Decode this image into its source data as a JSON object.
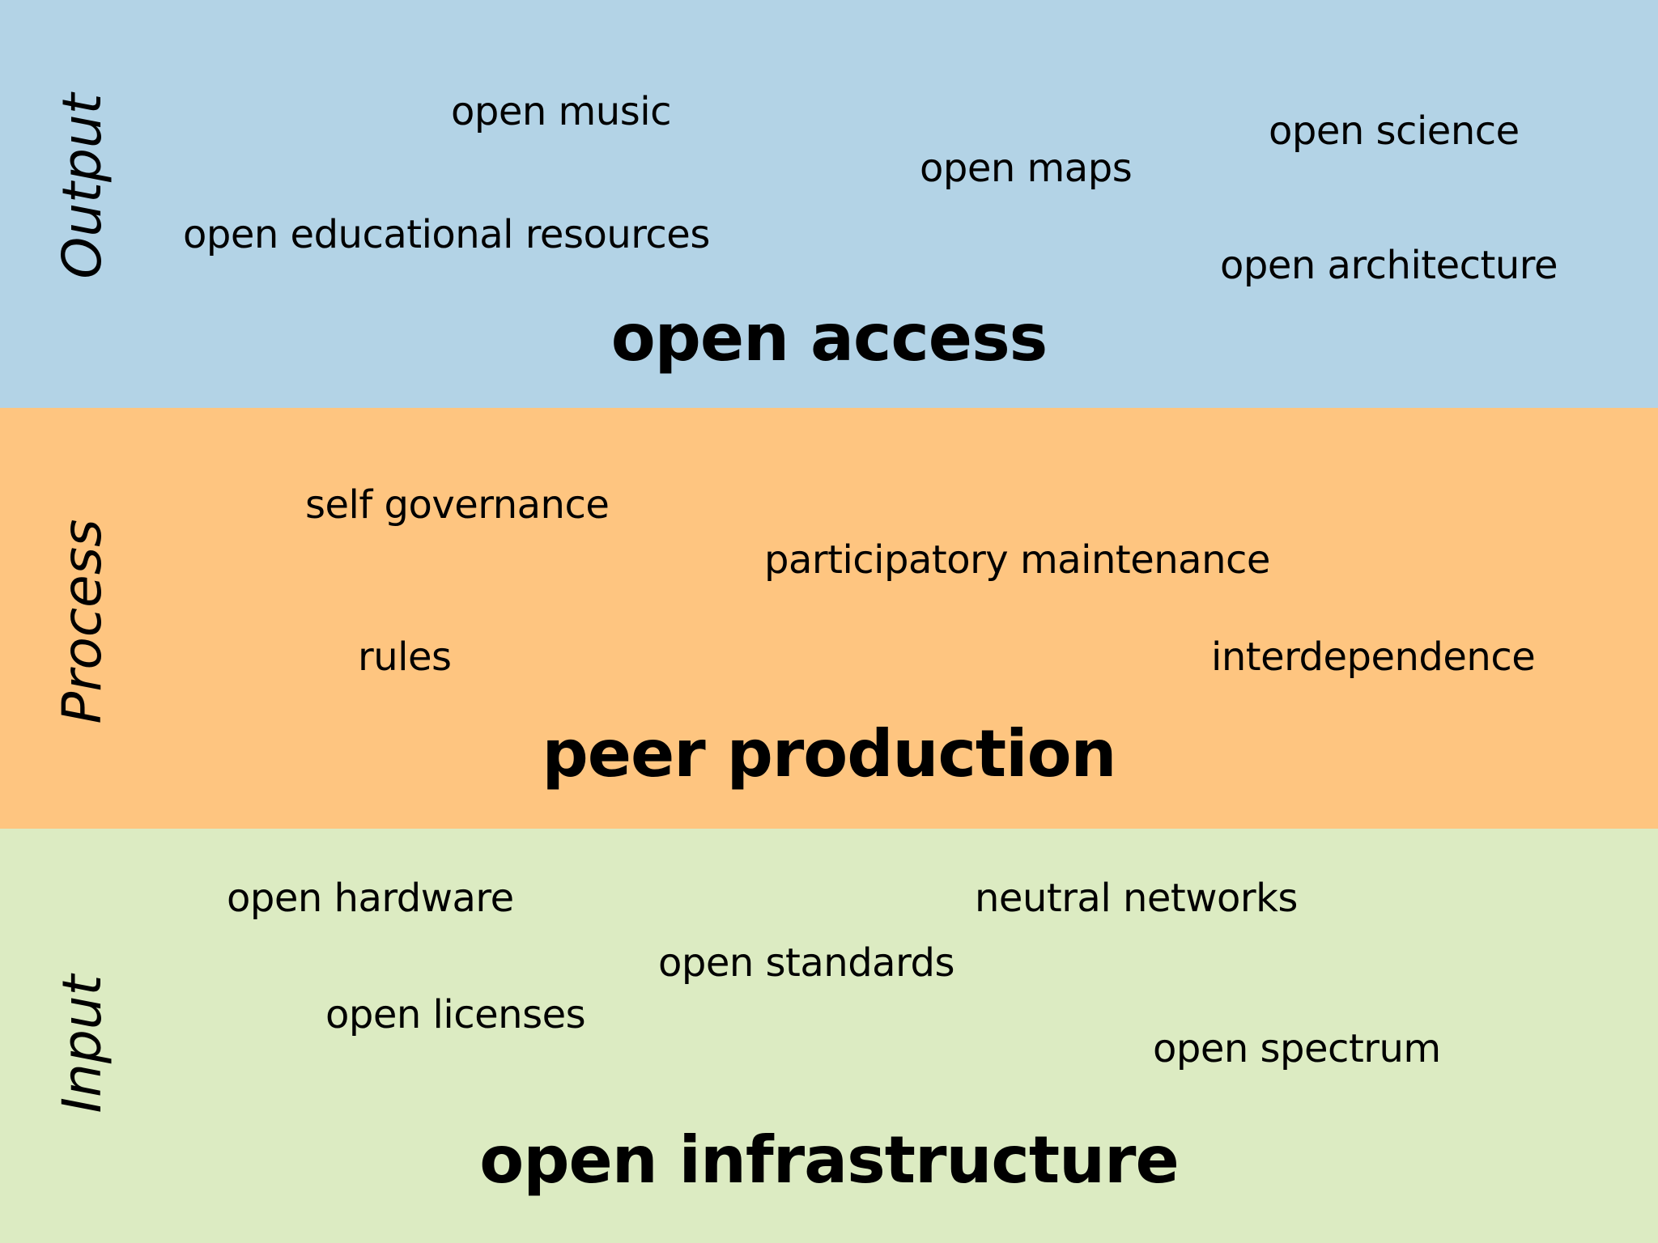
{
  "colors": {
    "output_band": "#b3d3e6",
    "process_band": "#fec580",
    "input_band": "#dcebc2",
    "text": "#000000"
  },
  "output": {
    "label": "Output",
    "headline": "open access",
    "terms": {
      "music": "open music",
      "maps": "open maps",
      "science": "open science",
      "oer": "open educational resources",
      "architecture": "open architecture"
    }
  },
  "process": {
    "label": "Process",
    "headline": "peer production",
    "terms": {
      "self_governance": "self governance",
      "participatory_maintenance": "participatory maintenance",
      "rules": "rules",
      "interdependence": "interdependence"
    }
  },
  "input": {
    "label": "Input",
    "headline": "open infrastructure",
    "terms": {
      "hardware": "open hardware",
      "neutral_networks": "neutral networks",
      "standards": "open standards",
      "licenses": "open licenses",
      "spectrum": "open spectrum"
    }
  }
}
